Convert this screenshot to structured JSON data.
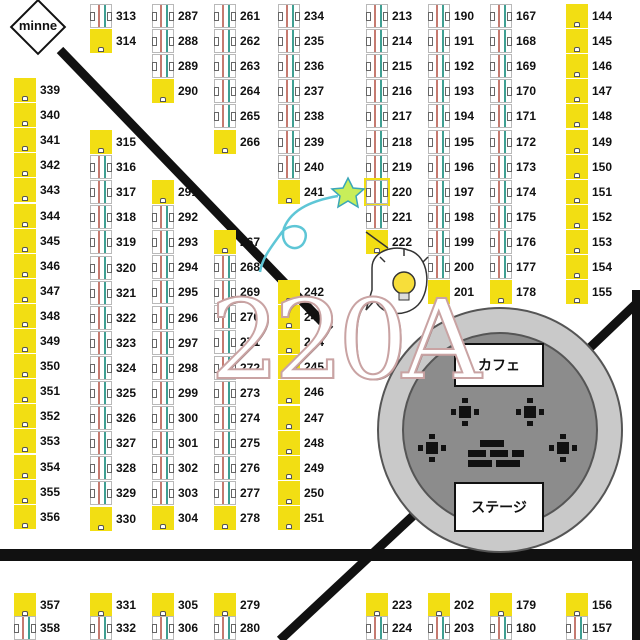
{
  "entrance_label": "minne",
  "stage_area": {
    "cafe_label": "カフェ",
    "stage_label": "ステージ"
  },
  "highlight": {
    "booth_label": "220A",
    "booth_number": "220"
  },
  "colors": {
    "booth_yellow": "#f2de13",
    "road": "#111111",
    "plaza_outer": "#c9c9c9",
    "plaza_inner": "#8c8c8c",
    "label_pink": "#c9a3a3"
  },
  "columns": [
    {
      "numbers": [
        "339",
        "340",
        "341",
        "342",
        "343",
        "344",
        "345",
        "346",
        "347",
        "348",
        "349",
        "350",
        "351",
        "352",
        "353",
        "354",
        "355",
        "356"
      ],
      "yellow_from": 0,
      "yellow_to": 17
    },
    {
      "numbers": [
        "315",
        "316",
        "317",
        "318",
        "319",
        "320",
        "321",
        "322",
        "323",
        "324",
        "325",
        "326",
        "327",
        "328",
        "329",
        "330"
      ],
      "yellow_from": 0,
      "yellow_to": 0,
      "yellow_last": true
    },
    {
      "numbers": [
        "313",
        "314"
      ],
      "yellow_from": 1,
      "yellow_to": 1
    },
    {
      "numbers": [
        "291",
        "292",
        "293",
        "294",
        "295",
        "296",
        "297",
        "298",
        "299",
        "300",
        "301",
        "302",
        "303",
        "304"
      ],
      "yellow_from": 0,
      "yellow_to": 0,
      "yellow_last": true
    },
    {
      "numbers": [
        "287",
        "288",
        "289",
        "290"
      ],
      "yellow_from": 3,
      "yellow_to": 3
    },
    {
      "numbers": [
        "267",
        "268",
        "269",
        "270",
        "271",
        "272",
        "273",
        "274",
        "275",
        "276",
        "277",
        "278"
      ],
      "yellow_from": 0,
      "yellow_to": 0,
      "yellow_last": true
    },
    {
      "numbers": [
        "261",
        "262",
        "263",
        "264",
        "265",
        "266"
      ],
      "yellow_from": 5,
      "yellow_to": 5
    },
    {
      "numbers": [
        "242",
        "243",
        "244",
        "245",
        "246",
        "247",
        "248",
        "249",
        "250",
        "251"
      ],
      "yellow_from": 0,
      "yellow_to": 9
    },
    {
      "numbers": [
        "234",
        "235",
        "236",
        "237",
        "238",
        "239",
        "240",
        "241"
      ],
      "yellow_from": 7,
      "yellow_to": 7
    },
    {
      "numbers": [
        "213",
        "214",
        "215",
        "216",
        "217",
        "218",
        "219",
        "220",
        "221",
        "222"
      ],
      "yellow_from": 9,
      "yellow_to": 9
    },
    {
      "numbers": [
        "190",
        "191",
        "192",
        "193",
        "194",
        "195",
        "196",
        "197",
        "198",
        "199",
        "200",
        "201"
      ],
      "yellow_from": 11,
      "yellow_to": 11
    },
    {
      "numbers": [
        "167",
        "168",
        "169",
        "170",
        "171",
        "172",
        "173",
        "174",
        "175",
        "176",
        "177",
        "178"
      ],
      "yellow_from": 11,
      "yellow_to": 11
    },
    {
      "numbers": [
        "144",
        "145",
        "146",
        "147",
        "148",
        "149",
        "150",
        "151",
        "152",
        "153",
        "154",
        "155"
      ],
      "yellow_from": 0,
      "yellow_to": 11
    }
  ],
  "bottom_row": [
    {
      "numbers": [
        "357",
        "358"
      ]
    },
    {
      "numbers": [
        "331",
        "332"
      ]
    },
    {
      "numbers": [
        "305",
        "306"
      ]
    },
    {
      "numbers": [
        "279",
        "280"
      ]
    },
    {
      "numbers": [
        "223",
        "224"
      ]
    },
    {
      "numbers": [
        "202",
        "203"
      ]
    },
    {
      "numbers": [
        "179",
        "180"
      ]
    },
    {
      "numbers": [
        "156",
        "157"
      ]
    }
  ]
}
